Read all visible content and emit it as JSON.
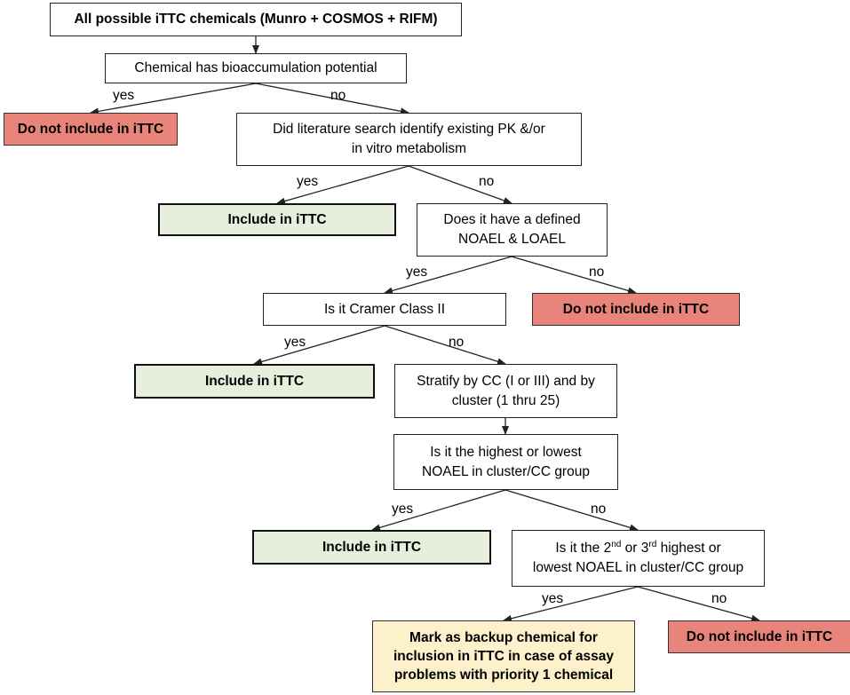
{
  "nodes": {
    "n1": "All possible iTTC chemicals (Munro + COSMOS + RIFM)",
    "n2": "Chemical has bioaccumulation potential",
    "n3": "Do not include in iTTC",
    "n4_line1": "Did literature search identify existing PK &/or",
    "n4_line2": "in vitro metabolism",
    "n5": "Include in iTTC",
    "n6_line1": "Does it have a defined",
    "n6_line2": "NOAEL & LOAEL",
    "n7": "Is it Cramer Class II",
    "n8": "Do not include in iTTC",
    "n9": "Include in iTTC",
    "n10_line1": "Stratify by CC (I or III) and by",
    "n10_line2": "cluster (1 thru 25)",
    "n11_line1": "Is it the highest or lowest",
    "n11_line2": "NOAEL in cluster/CC group",
    "n12": "Include in iTTC",
    "n13_a": "Is it the 2",
    "n13_sup1": "nd",
    "n13_b": " or 3",
    "n13_sup2": "rd",
    "n13_c": " highest or",
    "n13_line2": "lowest NOAEL in cluster/CC group",
    "n14_line1": "Mark as backup chemical  for",
    "n14_line2": "inclusion in iTTC in case of assay",
    "n14_line3": "problems with priority 1 chemical",
    "n15": "Do not include in iTTC"
  },
  "labels": {
    "yes": "yes",
    "no": "no"
  },
  "colors": {
    "exclude": "#e8847a",
    "include": "#e6efdc",
    "backup": "#fdf1cc",
    "line": "#222222"
  }
}
